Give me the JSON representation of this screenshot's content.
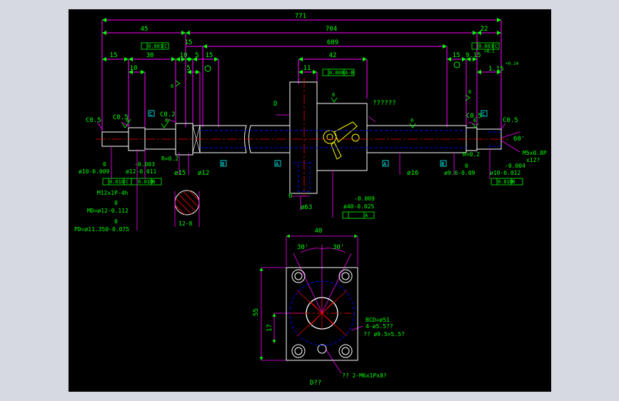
{
  "drawing": {
    "colors": {
      "dim": "#ff00ff",
      "text": "#00ff00",
      "outline": "#ffffff",
      "center": "#ff0000",
      "hidden": "#0000ff",
      "tag": "#00ffff",
      "ink": "#ffff00",
      "bg": "#000000"
    },
    "dims": {
      "overall": "771",
      "left45": "45",
      "mid704": "704",
      "right22": "22",
      "d15a": "15",
      "d689": "689",
      "l15": "15",
      "l30": "30",
      "l10": "10",
      "l5": "5",
      "l15b": "15",
      "l10b": "10",
      "l5b": "5",
      "nut11": "11",
      "nut42": "42",
      "r15": "15",
      "r915": "9.15",
      "r915tol": "+0.1",
      "r115": "1.15",
      "r115tol": "+0.14",
      "c05a": "C0.5",
      "c05b": "C0.5",
      "c02": "C0.2",
      "c05c": "C0.5",
      "c05d": "C0.5",
      "c05e": "C0.5",
      "ang60": "60'",
      "m5": "M5x0.8P",
      "m5depth": "x12?",
      "rl": "R<0.2",
      "rr": "R<0.2",
      "dia15": "ø15",
      "dia12": "ø12",
      "dia16": "ø16",
      "dia63": "ø63",
      "six": "6",
      "d_label": "D",
      "nut_label": "??????",
      "dia10a_top": "0",
      "dia10a": "ø10-0.009",
      "dia12a_top": "-0.003",
      "dia12a": "ø12-0.011",
      "dia96_top": "0",
      "dia96": "ø9.6-0.09",
      "dia10b_top": "-0.004",
      "dia10b": "ø10-0.012",
      "dia40_top": "-0.009",
      "dia40": "ø40-0.025",
      "m12": "M12x1P-4h",
      "md_top": "0",
      "md": "MD=ø12-0.112",
      "pd_top": "0",
      "pd": "PD=ø11.350-0.075",
      "keyw": "12-8",
      "g15": "15",
      "g40": "40",
      "g55": "55",
      "g17": "17",
      "ang30a": "30'",
      "ang30b": "30'",
      "bcd": "BCD=ø51",
      "holes": "4-ø5.5??",
      "cbore": "??  ø9.5>5.5?",
      "tap": "??  2-M6x1Px8?",
      "view": "D??"
    },
    "tols": {
      "t1": "0.003",
      "t2": "0.003",
      "t3": "0.008",
      "t4": "0.010",
      "t5": "0.010",
      "t6": "0.010",
      "ref_c": "C",
      "ref_b": "B",
      "ref_ab": "A-B",
      "ref_a": "A",
      "ref_b2": "B",
      "ref_a2": "A",
      "ref_c2": "C",
      "ref_c3": "C"
    },
    "roughness": {
      "r1": "6",
      "r2": "6",
      "r3": "6",
      "r4": "6",
      "r5": "6",
      "r6": "6",
      "r7": "6"
    }
  }
}
